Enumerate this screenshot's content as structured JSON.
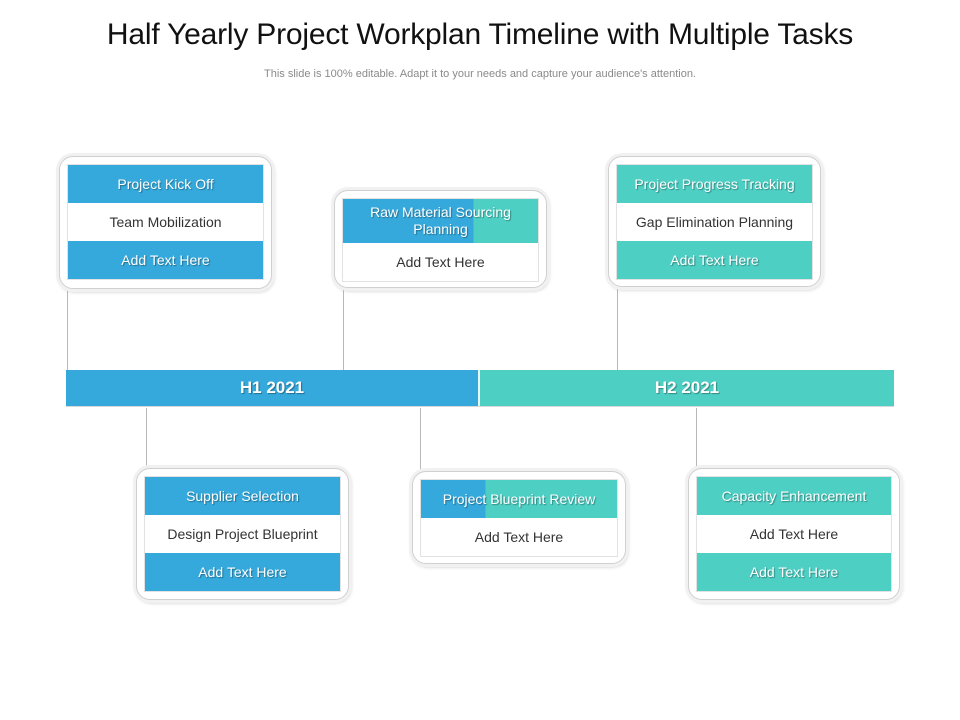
{
  "slide": {
    "title": "Half Yearly Project Workplan Timeline with Multiple Tasks",
    "subtitle": "This slide is 100% editable. Adapt it to your needs and capture your audience's attention."
  },
  "colors": {
    "blue": "#35a9dc",
    "teal": "#4ecfc3"
  },
  "timeline": {
    "phases": [
      {
        "label": "H1 2021",
        "color": "blue"
      },
      {
        "label": "H2 2021",
        "color": "teal"
      }
    ]
  },
  "tasks": {
    "top": [
      {
        "header": "Project Kick Off",
        "middle": "Team Mobilization",
        "footer": "Add Text Here",
        "theme": "blue"
      },
      {
        "header": "Raw Material  Sourcing Planning",
        "middle": "Add Text Here",
        "theme": "blue-teal"
      },
      {
        "header": "Project Progress Tracking",
        "middle": "Gap Elimination Planning",
        "footer": "Add Text Here",
        "theme": "teal"
      }
    ],
    "bottom": [
      {
        "header": "Supplier Selection",
        "middle": "Design Project Blueprint",
        "footer": "Add Text Here",
        "theme": "blue"
      },
      {
        "header": "Project Blueprint Review",
        "middle": "Add Text Here",
        "theme": "blue-teal"
      },
      {
        "header": "Capacity Enhancement",
        "middle": "Add Text Here",
        "footer": "Add Text Here",
        "theme": "teal"
      }
    ]
  }
}
